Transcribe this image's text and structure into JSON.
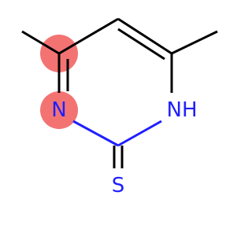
{
  "molecule": {
    "atoms": {
      "n_left": {
        "label": "N",
        "color": "#1f1fff"
      },
      "n_right": {
        "label": "NH",
        "color": "#1f1fff"
      },
      "s_bottom": {
        "label": "S",
        "color": "#1f1fff"
      }
    },
    "highlight": {
      "color": "#f26b6b",
      "opacity": 0.95
    },
    "colors": {
      "bond": "#000000",
      "heteroatom_bond": "#1f1fff",
      "background": "#ffffff"
    }
  }
}
